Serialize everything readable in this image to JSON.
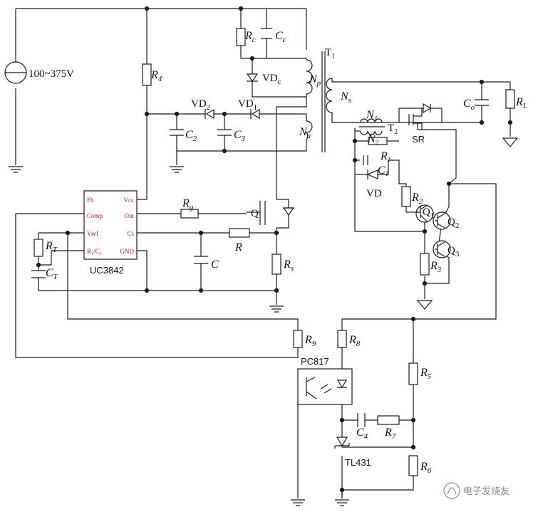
{
  "source_voltage": "100~375V",
  "ic": {
    "name": "UC3842",
    "pins": {
      "fb": "Fb",
      "comp": "Comp",
      "vref": "Vref",
      "rtct": "R₁/C₁",
      "vcc": "Vcc",
      "out": "Out",
      "cs": "Cs",
      "gnd": "GND"
    }
  },
  "optocoupler": "PC817",
  "regulator": "TL431",
  "transformer_t1": "T",
  "transformer_t1_sub": "1",
  "transformer_t2": "T",
  "transformer_t2_sub": "2",
  "sync_rectifier": "SR",
  "watermark": "电子发烧友",
  "labels": [
    {
      "id": "R4",
      "main": "R",
      "sub": "4"
    },
    {
      "id": "Rc",
      "main": "R",
      "sub": "c"
    },
    {
      "id": "Cc",
      "main": "C",
      "sub": "c"
    },
    {
      "id": "VDc",
      "main": "VD",
      "sub": "c"
    },
    {
      "id": "VD2",
      "main": "VD",
      "sub": "2"
    },
    {
      "id": "VD1",
      "main": "VD",
      "sub": "1"
    },
    {
      "id": "C2",
      "main": "C",
      "sub": "2"
    },
    {
      "id": "C3",
      "main": "C",
      "sub": "3"
    },
    {
      "id": "Np",
      "main": "N",
      "sub": "p"
    },
    {
      "id": "Na",
      "main": "N",
      "sub": "a"
    },
    {
      "id": "Ns",
      "main": "N",
      "sub": "s"
    },
    {
      "id": "Co",
      "main": "C",
      "sub": "o"
    },
    {
      "id": "RL",
      "main": "R",
      "sub": "L"
    },
    {
      "id": "N1",
      "main": "N",
      "sub": "1"
    },
    {
      "id": "N2",
      "main": "N",
      "sub": "2"
    },
    {
      "id": "R1",
      "main": "R",
      "sub": "1"
    },
    {
      "id": "C1",
      "main": "C",
      "sub": "1"
    },
    {
      "id": "VD",
      "main": "VD",
      "sub": ""
    },
    {
      "id": "R2",
      "main": "R",
      "sub": "2"
    },
    {
      "id": "Q1",
      "main": "Q",
      "sub": "1"
    },
    {
      "id": "Q2",
      "main": "Q",
      "sub": "2"
    },
    {
      "id": "Q3",
      "main": "Q",
      "sub": "3"
    },
    {
      "id": "R3",
      "main": "R",
      "sub": "3"
    },
    {
      "id": "Rg",
      "main": "R",
      "sub": "g"
    },
    {
      "id": "Q",
      "main": "Q",
      "sub": ""
    },
    {
      "id": "R",
      "main": "R",
      "sub": ""
    },
    {
      "id": "C",
      "main": "C",
      "sub": ""
    },
    {
      "id": "Rs",
      "main": "R",
      "sub": "s"
    },
    {
      "id": "RT",
      "main": "R",
      "sub": "T"
    },
    {
      "id": "CT",
      "main": "C",
      "sub": "T"
    },
    {
      "id": "R9",
      "main": "R",
      "sub": "9"
    },
    {
      "id": "R8",
      "main": "R",
      "sub": "8"
    },
    {
      "id": "R5",
      "main": "R",
      "sub": "5"
    },
    {
      "id": "C4",
      "main": "C",
      "sub": "4"
    },
    {
      "id": "R7",
      "main": "R",
      "sub": "7"
    },
    {
      "id": "R6",
      "main": "R",
      "sub": "6"
    }
  ]
}
